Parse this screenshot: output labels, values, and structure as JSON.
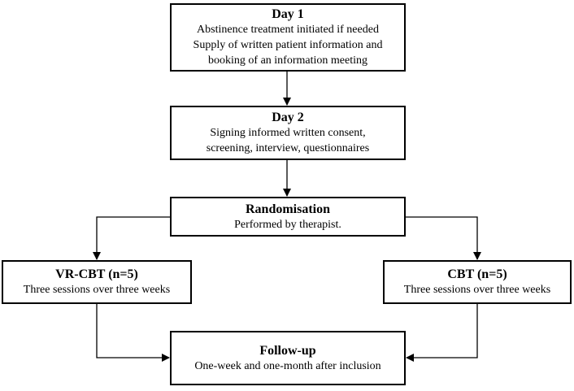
{
  "flow": {
    "day1": {
      "title": "Day 1",
      "lines": [
        "Abstinence treatment initiated if needed",
        "Supply of written patient information and",
        "booking of an information meeting"
      ]
    },
    "day2": {
      "title": "Day 2",
      "lines": [
        "Signing informed written consent,",
        "screening, interview, questionnaires"
      ]
    },
    "randomisation": {
      "title": "Randomisation",
      "lines": [
        "Performed by therapist."
      ]
    },
    "vr_cbt": {
      "title": "VR-CBT (n=5)",
      "lines": [
        "Three sessions over three weeks"
      ]
    },
    "cbt": {
      "title": "CBT (n=5)",
      "lines": [
        "Three sessions over three weeks"
      ]
    },
    "follow_up": {
      "title": "Follow-up",
      "lines": [
        "One-week and one-month after inclusion"
      ]
    }
  },
  "colors": {
    "stroke": "#000000",
    "background": "#ffffff"
  }
}
